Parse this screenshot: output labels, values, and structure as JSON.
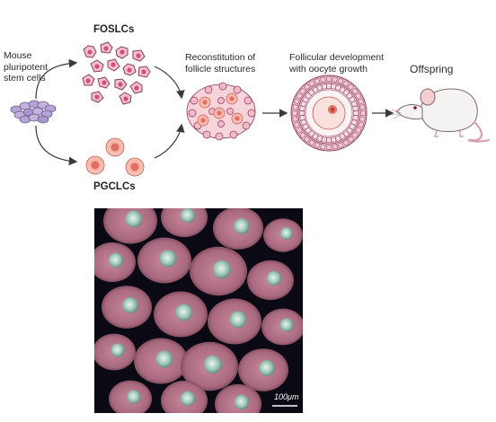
{
  "labels": {
    "source_cells": "Mouse\npluripotent\nstem cells",
    "foslcs": "FOSLCs",
    "pgclcs": "PGCLCs",
    "reconstitution": "Reconstitution of\nfollicle structures",
    "follicular": "Follicular development\nwith oocyte growth",
    "offspring": "Offspring"
  },
  "scale_bar": "100μm",
  "colors": {
    "cell_pink": "#d96a8c",
    "cell_outline": "#8a3a5c",
    "pgc_fill": "#f6b1a0",
    "pgc_core": "#e8796a",
    "stem_fill": "#b9a9d8",
    "arrow": "#3a3a3a"
  }
}
